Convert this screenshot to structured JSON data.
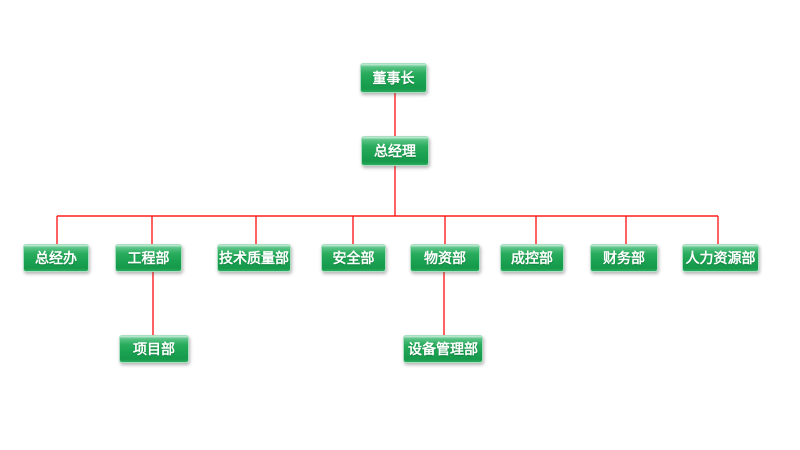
{
  "diagram": {
    "type": "org-chart",
    "nodes": [
      {
        "id": "chairman",
        "label": "董事长",
        "level": 1,
        "parent": null
      },
      {
        "id": "general-manager",
        "label": "总经理",
        "level": 2,
        "parent": "chairman"
      },
      {
        "id": "gm-office",
        "label": "总经办",
        "level": 3,
        "parent": "general-manager"
      },
      {
        "id": "engineering",
        "label": "工程部",
        "level": 3,
        "parent": "general-manager"
      },
      {
        "id": "tech-quality",
        "label": "技术质量部",
        "level": 3,
        "parent": "general-manager"
      },
      {
        "id": "safety",
        "label": "安全部",
        "level": 3,
        "parent": "general-manager"
      },
      {
        "id": "materials",
        "label": "物资部",
        "level": 3,
        "parent": "general-manager"
      },
      {
        "id": "cost-control",
        "label": "成控部",
        "level": 3,
        "parent": "general-manager"
      },
      {
        "id": "finance",
        "label": "财务部",
        "level": 3,
        "parent": "general-manager"
      },
      {
        "id": "hr",
        "label": "人力资源部",
        "level": 3,
        "parent": "general-manager"
      },
      {
        "id": "project",
        "label": "项目部",
        "level": 4,
        "parent": "engineering"
      },
      {
        "id": "equipment-mgmt",
        "label": "设备管理部",
        "level": 4,
        "parent": "materials"
      }
    ],
    "colors": {
      "node_fill": "#1fa653",
      "node_highlight": "#cdeedd",
      "node_border": "#a9dfc1",
      "node_text": "#ffffff",
      "connector": "#ff1e1e",
      "background": "#ffffff"
    }
  }
}
